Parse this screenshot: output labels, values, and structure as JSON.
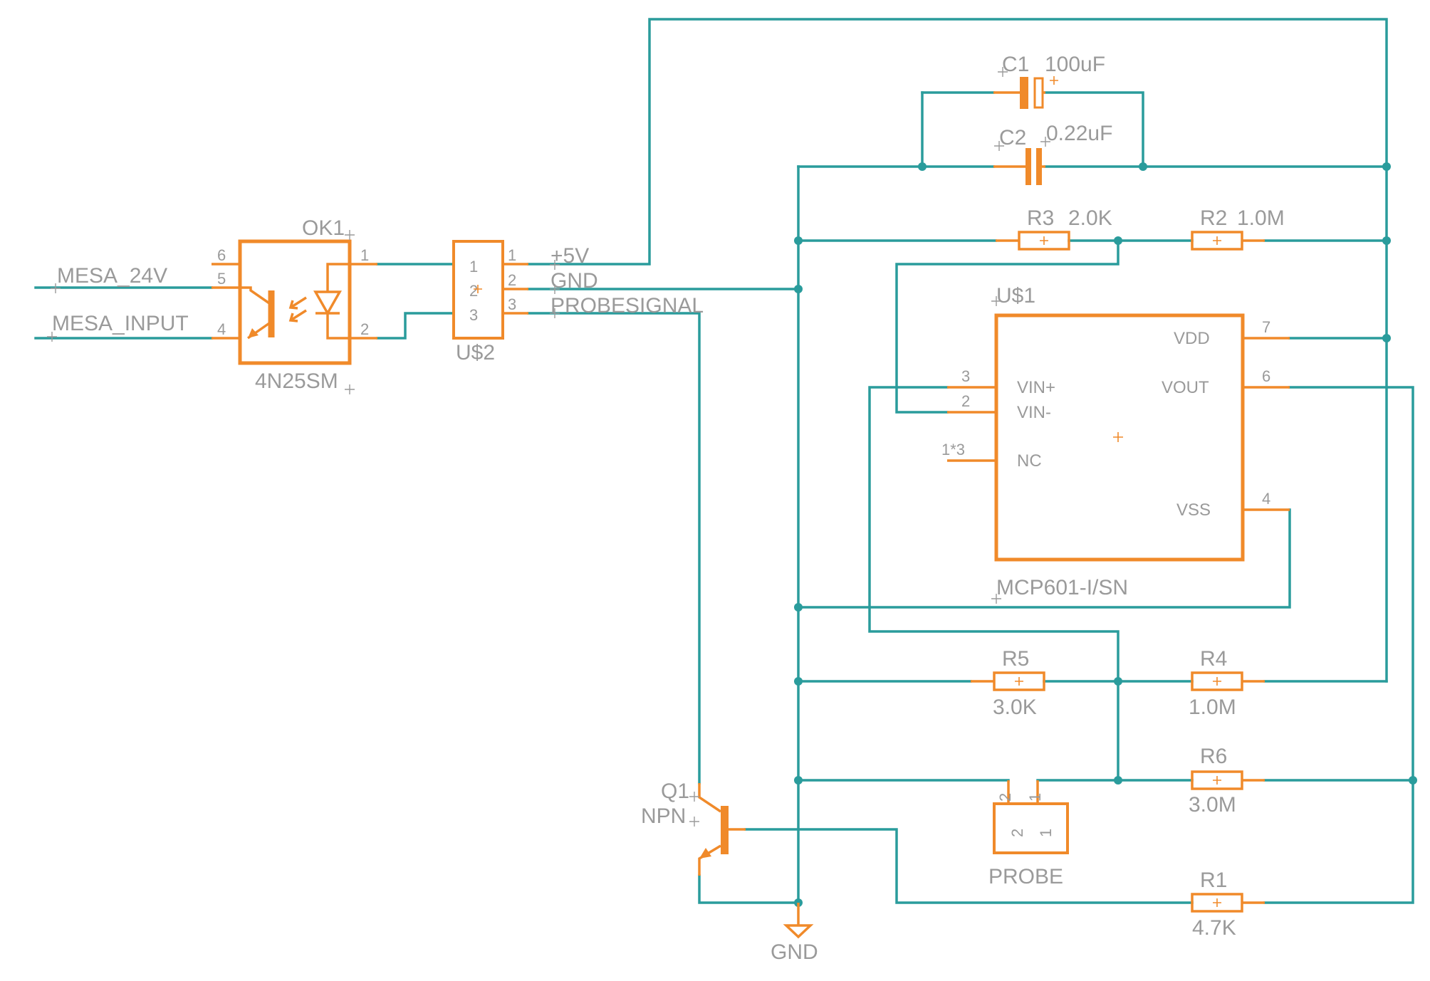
{
  "components": {
    "c1": {
      "name": "C1",
      "value": "100uF"
    },
    "c2": {
      "name": "C2",
      "value": "0.22uF"
    },
    "r1": {
      "name": "R1",
      "value": "4.7K"
    },
    "r2": {
      "name": "R2",
      "value": "1.0M"
    },
    "r3": {
      "name": "R3",
      "value": "2.0K"
    },
    "r4": {
      "name": "R4",
      "value": "1.0M"
    },
    "r5": {
      "name": "R5",
      "value": "3.0K"
    },
    "r6": {
      "name": "R6",
      "value": "3.0M"
    },
    "q1": {
      "name": "Q1",
      "value": "NPN"
    },
    "ok1": {
      "name": "OK1",
      "value": "4N25SM"
    },
    "u1": {
      "name": "U$1",
      "value": "MCP601-I/SN",
      "pins": {
        "vdd": "VDD",
        "vout": "VOUT",
        "vinp": "VIN+",
        "vinm": "VIN-",
        "nc": "NC",
        "vss": "VSS"
      },
      "pin_numbers": {
        "vdd": "7",
        "vout": "6",
        "vinp": "3",
        "vinm": "2",
        "nc": "1*3",
        "vss": "4"
      }
    },
    "u2": {
      "name": "U$2",
      "pin_numbers": [
        "1",
        "2",
        "3"
      ]
    },
    "probe": {
      "name": "PROBE",
      "pin_numbers": [
        "2",
        "1"
      ]
    }
  },
  "ok1_pins": {
    "p6": "6",
    "p5": "5",
    "p4": "4",
    "p1": "1",
    "p2": "2"
  },
  "nets": {
    "mesa_24v": "MESA_24V",
    "mesa_input": "MESA_INPUT",
    "plus5v": "+5V",
    "gnd": "GND",
    "probesignal": "PROBESIGNAL",
    "gnd_symbol": "GND"
  },
  "colors": {
    "wire": "#2a9c9c",
    "part": "#f08a2a",
    "text": "#9a9a9a",
    "background": "#ffffff"
  }
}
